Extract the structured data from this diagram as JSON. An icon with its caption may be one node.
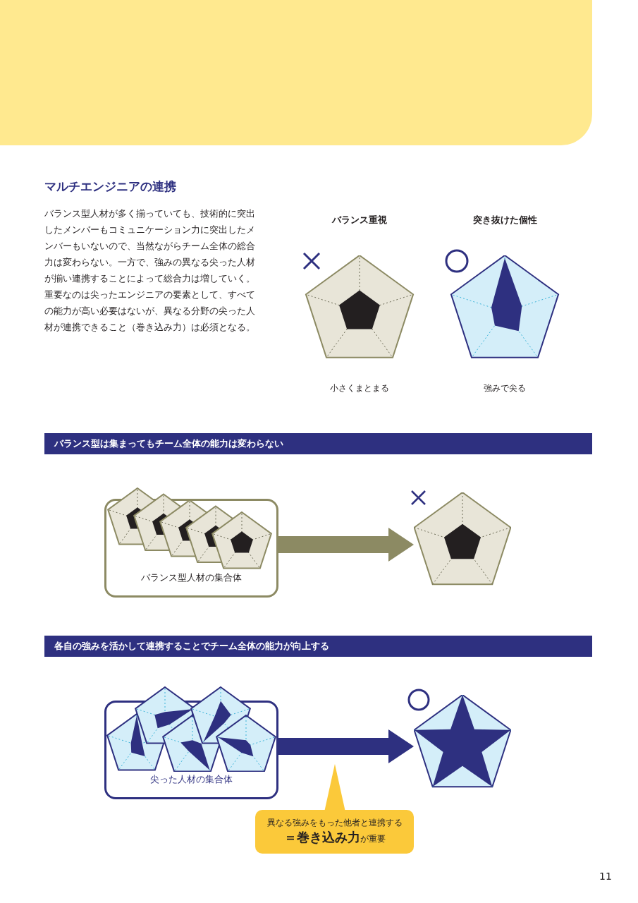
{
  "diagram": {
    "title": "マルチエンジニアの連携",
    "nodes": [
      {
        "text": [
          "バランス型人材の集合体"
        ]
      },
      {
        "text": [],
        "shape": "picture"
      },
      {
        "text": [
          "尖った人材の集合体"
        ]
      },
      {
        "text": [],
        "shape": "picture"
      },
      {
        "text": [
          "異なる強みをもった他者と連携する",
          "**＝巻き込み力**が重要"
        ]
      }
    ],
    "edges": [
      {
        "from": 0,
        "to": 1,
        "arrow": "to",
        "color": "#8c8a63"
      },
      {
        "from": 2,
        "to": 3,
        "arrow": "to",
        "color": "#2e3080"
      }
    ],
    "labels": [
      "バランス型人材が多く揃っていても、技術的に突出したメンバーもコミュニケーション力に突出したメンバーもいないので、当然ながらチーム全体の総合力は変わらない。一方で、強みの異なる尖った人材が揃い連携することによって総合力は増していく。重要なのは尖ったエンジニアの要素として、すべての能力が高い必要はないが、異なる分野の尖った人材が連携できること（巻き込み力）は必須となる。",
      "バランス重視",
      "突き抜けた個性",
      "小さくまとまる",
      "強みで尖る",
      "バランス型は集まってもチーム全体の能力は変わらない",
      "各自の強みを活かして連携することでチーム全体の能力が向上する",
      "11"
    ]
  }
}
